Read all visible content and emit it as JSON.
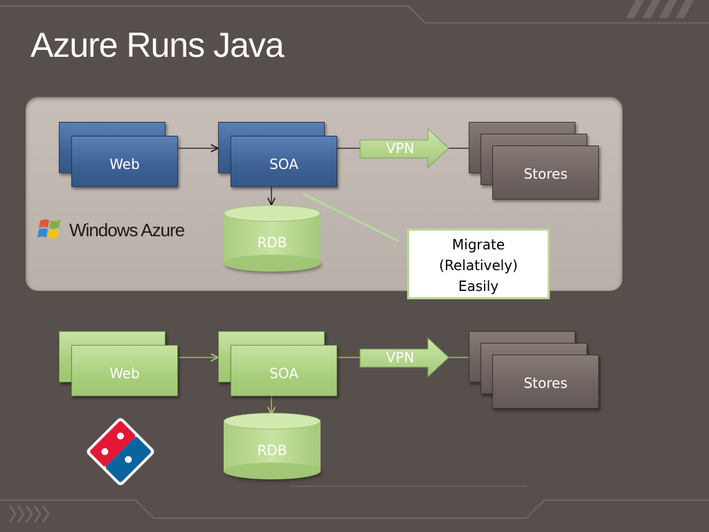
{
  "slide": {
    "title": "Azure Runs Java"
  },
  "top_diagram": {
    "web_label": "Web",
    "soa_label": "SOA",
    "rdb_label": "RDB",
    "vpn_label": "VPN",
    "stores_label": "Stores",
    "logo_text": "Windows Azure"
  },
  "callout": {
    "line1": "Migrate",
    "line2": "(Relatively)",
    "line3": "Easily"
  },
  "bottom_diagram": {
    "web_label": "Web",
    "soa_label": "SOA",
    "rdb_label": "RDB",
    "vpn_label": "VPN",
    "stores_label": "Stores",
    "logo_text": "Domino's Pizza"
  },
  "colors": {
    "background": "#574f4b",
    "panel": "#c1b9b2",
    "blue_box": "#3e6194",
    "green_box": "#a8cf7c",
    "gray_box": "#6e6360"
  }
}
